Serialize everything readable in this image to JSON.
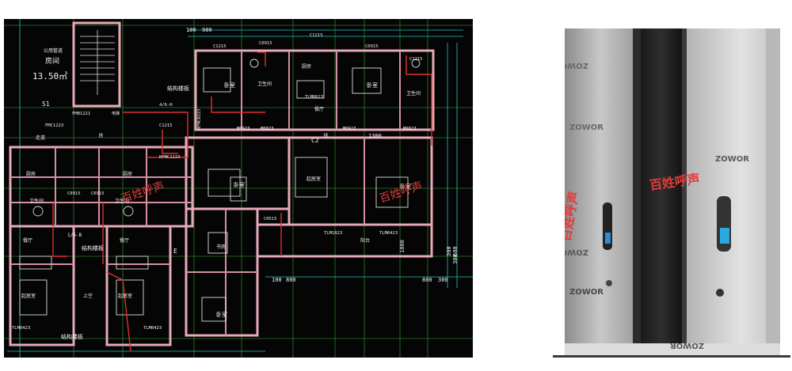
{
  "floorplan": {
    "room_area_label": "房间",
    "room_area_value": "13.50㎡",
    "room_area_sub": "公用管道",
    "dims_top": [
      "100",
      "900",
      "1300"
    ],
    "dims_bottom": [
      "100",
      "800",
      "800",
      "300"
    ],
    "dims_right": [
      "300",
      "600",
      "300",
      "1800"
    ],
    "door_labels": [
      "FMB1221",
      "FMC1223",
      "M0923",
      "M0823",
      "M0923",
      "M0823",
      "HFMC1123",
      "HFMC0223",
      "TLM0623",
      "TLM0423",
      "TLM1823",
      "TLM0423",
      "TLM0423"
    ],
    "window_labels": [
      "C1215",
      "C0915",
      "C1215",
      "C0915",
      "C1215",
      "C1215",
      "C2",
      "C0915",
      "C0915",
      "C0515"
    ],
    "room_labels": {
      "bedroom": "卧室",
      "bathroom": "卫生间",
      "kitchen": "厨房",
      "living": "起居室",
      "dining": "餐厅",
      "corridor": "走道",
      "balcony": "阳台",
      "stair": "电梯",
      "upper": "上空",
      "study": "书房"
    },
    "annotations": [
      "结构楼板",
      "结构楼板",
      "结构楼板",
      "S1",
      "H",
      "H",
      "E",
      "4/6-H",
      "1/6-B",
      "C2"
    ],
    "grid_marks": [
      "H",
      "H",
      "E"
    ],
    "watermark": "百姓呼声"
  },
  "photo": {
    "brand_text": "ZOWOR",
    "watermark": "百姓呼声"
  },
  "colors": {
    "cad_background": "#050505",
    "wall": "#e8a9b8",
    "wall_dark": "#b86a80",
    "grid": "#2a8a2a",
    "dim_line": "#22c4c4",
    "text": "#f2f2f2",
    "red_pipe": "#e03030",
    "yellow_text": "#e8d84a",
    "watermark": "#e23a3a",
    "photo_frame": "#1c1c1c",
    "photo_film": "#b8b8b8"
  }
}
